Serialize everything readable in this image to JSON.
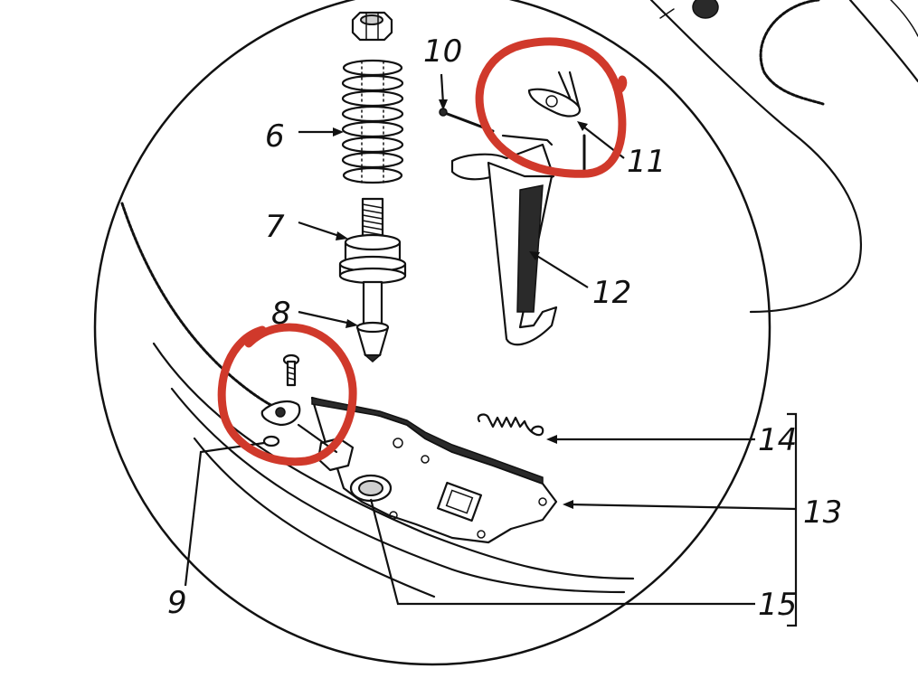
{
  "diagram": {
    "callouts": {
      "c6": "6",
      "c7": "7",
      "c8": "8",
      "c9": "9",
      "c10": "10",
      "c11": "11",
      "c12": "12",
      "c13": "13",
      "c14": "14",
      "c15": "15"
    },
    "colors": {
      "ink": "#111111",
      "paper": "#ffffff",
      "annotation": "#d0392b"
    }
  }
}
